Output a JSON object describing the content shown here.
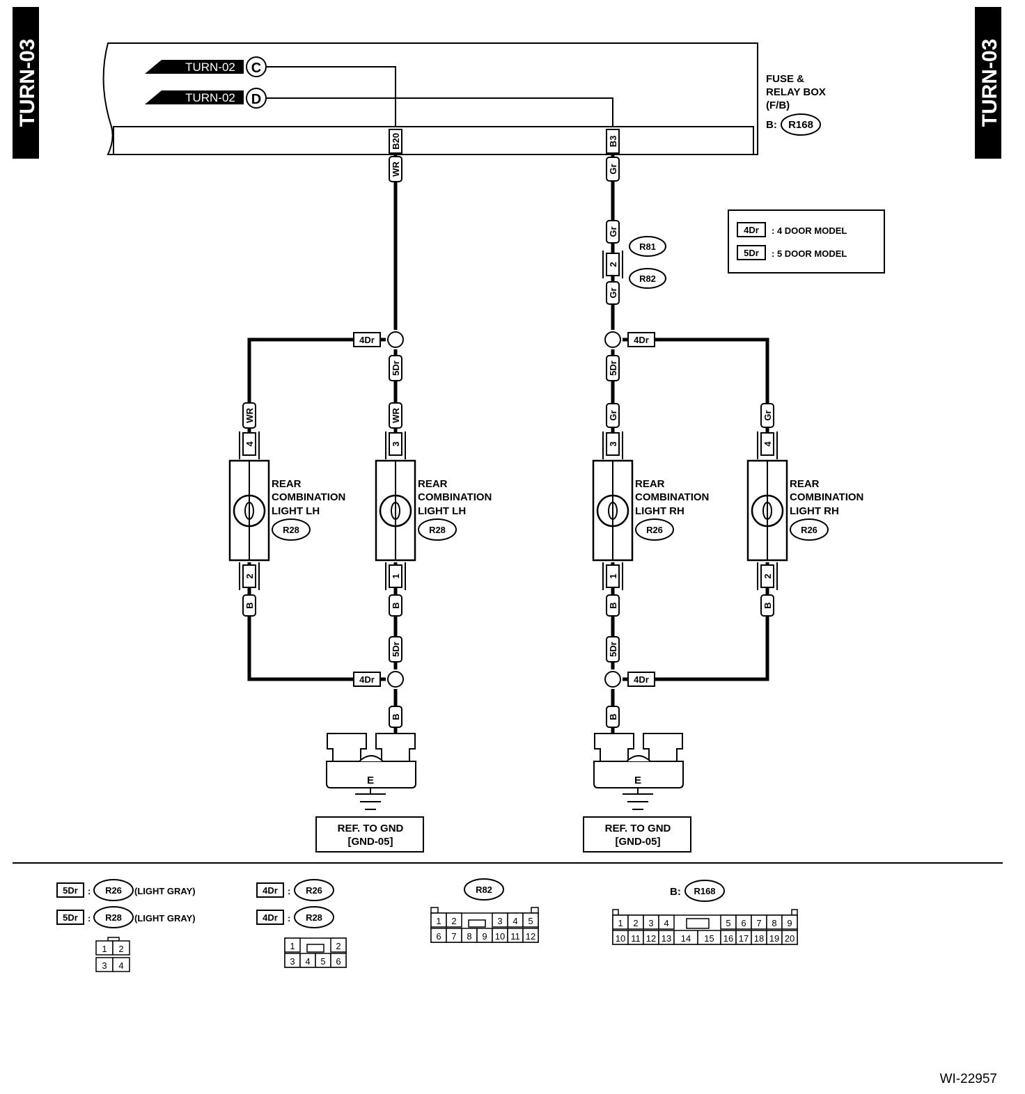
{
  "page_ref": "TURN-03",
  "figure_id": "WI-22957",
  "fuse_box": {
    "line1": "FUSE &",
    "line2": "RELAY BOX",
    "line3": "(F/B)",
    "prefix": "B:",
    "connector": "R168",
    "terminal_left": "B20",
    "terminal_right": "B3"
  },
  "inputs": [
    {
      "label": "TURN-02",
      "letter": "C"
    },
    {
      "label": "TURN-02",
      "letter": "D"
    }
  ],
  "legend": [
    {
      "tag": "4Dr",
      "text": ": 4 DOOR MODEL"
    },
    {
      "tag": "5Dr",
      "text": ": 5 DOOR MODEL"
    }
  ],
  "wires": {
    "wr": "WR",
    "gr": "Gr",
    "b": "B",
    "d4": "4Dr",
    "d5": "5Dr"
  },
  "inline_connectors": {
    "top": "R81",
    "bottom": "R82",
    "pin": "2"
  },
  "lamps": [
    {
      "l1": "REAR",
      "l2": "COMBINATION",
      "l3": "LIGHT LH",
      "conn": "R28",
      "pin_top": "4",
      "pin_bottom": "2"
    },
    {
      "l1": "REAR",
      "l2": "COMBINATION",
      "l3": "LIGHT LH",
      "conn": "R28",
      "pin_top": "3",
      "pin_bottom": "1"
    },
    {
      "l1": "REAR",
      "l2": "COMBINATION",
      "l3": "LIGHT RH",
      "conn": "R26",
      "pin_top": "3",
      "pin_bottom": "1"
    },
    {
      "l1": "REAR",
      "l2": "COMBINATION",
      "l3": "LIGHT RH",
      "conn": "R26",
      "pin_top": "4",
      "pin_bottom": "2"
    }
  ],
  "grounds": [
    {
      "letter": "E",
      "l1": "REF. TO GND",
      "l2": "[GND-05]"
    },
    {
      "letter": "E",
      "l1": "REF. TO GND",
      "l2": "[GND-05]"
    }
  ],
  "connector_views": {
    "group1": {
      "rows": [
        {
          "tag": "5Dr",
          "conn": "R26",
          "note": "(LIGHT GRAY)"
        },
        {
          "tag": "5Dr",
          "conn": "R28",
          "note": "(LIGHT GRAY)"
        }
      ],
      "pins": [
        "1",
        "2",
        "3",
        "4"
      ]
    },
    "group2": {
      "rows": [
        {
          "tag": "4Dr",
          "conn": "R26"
        },
        {
          "tag": "4Dr",
          "conn": "R28"
        }
      ],
      "pins": [
        "1",
        "2",
        "3",
        "4",
        "5",
        "6"
      ]
    },
    "r82": {
      "conn": "R82",
      "top": [
        "1",
        "2",
        "3",
        "4",
        "5"
      ],
      "bottom": [
        "6",
        "7",
        "8",
        "9",
        "10",
        "11",
        "12"
      ]
    },
    "r168": {
      "prefix": "B:",
      "conn": "R168",
      "top": [
        "1",
        "2",
        "3",
        "4",
        "5",
        "6",
        "7",
        "8",
        "9"
      ],
      "middle": [
        "14",
        "15"
      ],
      "bottom": [
        "10",
        "11",
        "12",
        "13",
        "16",
        "17",
        "18",
        "19",
        "20"
      ]
    }
  }
}
